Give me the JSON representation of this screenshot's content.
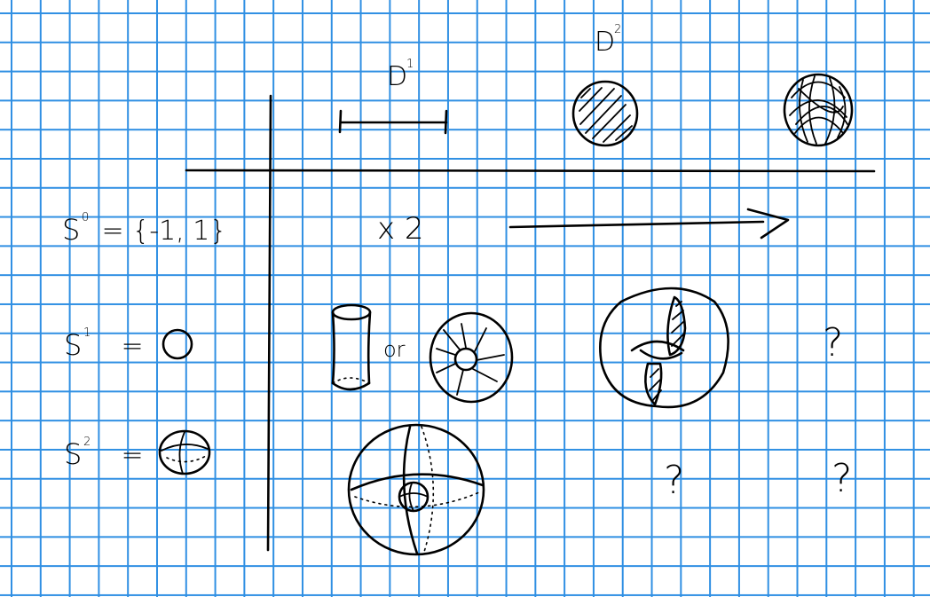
{
  "column_headers": {
    "d1": "D",
    "d1_sup": "1",
    "d2": "D",
    "d2_sup": "2"
  },
  "row_labels": {
    "s0_base": "S",
    "s0_sup": "0",
    "s0_rest": "= {-1, 1}",
    "s1_base": "S",
    "s1_sup": "1",
    "s1_eq": "=",
    "s2_base": "S",
    "s2_sup": "2",
    "s2_eq": "="
  },
  "cells": {
    "s0_d1": "x 2",
    "s1_d1_or": "or",
    "s1_d3": "?",
    "s2_d2": "?",
    "s2_d3": "?"
  },
  "colors": {
    "grid": "#2f8fe3",
    "ink": "#000000",
    "paper": "#ffffff"
  }
}
